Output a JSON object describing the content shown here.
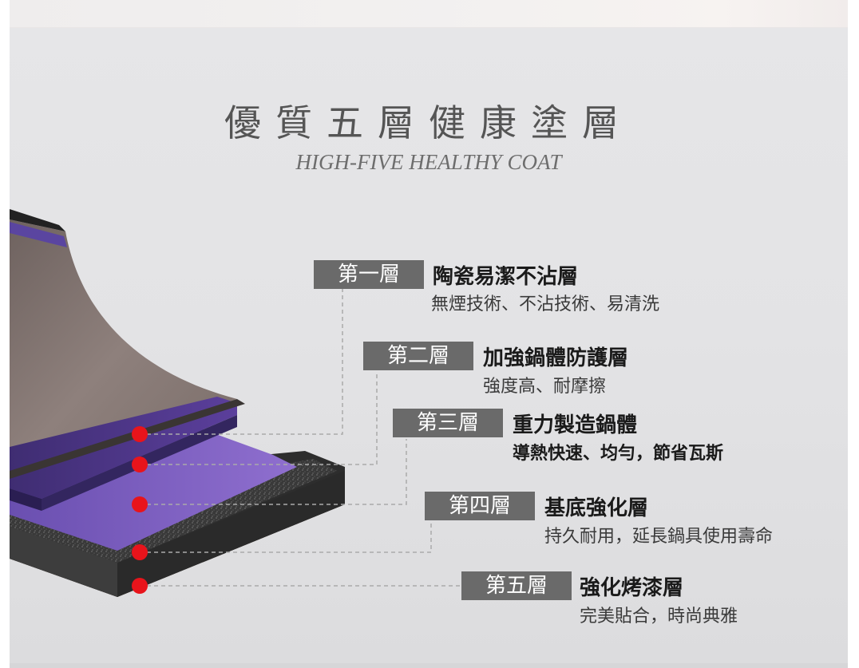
{
  "title": "優質五層健康塗層",
  "subtitle": "HIGH-FIVE HEALTHY COAT",
  "layers": [
    {
      "badge": "第一層",
      "name": "陶瓷易潔不沾層",
      "desc": "無煙技術、不沾技術、易清洗"
    },
    {
      "badge": "第二層",
      "name": "加強鍋體防護層",
      "desc": "強度高、耐摩擦"
    },
    {
      "badge": "第三層",
      "name": "重力製造鍋體",
      "desc": "導熱快速、均勻，節省瓦斯"
    },
    {
      "badge": "第四層",
      "name": "基底強化層",
      "desc": "持久耐用，延長鍋具使用壽命"
    },
    {
      "badge": "第五層",
      "name": "強化烤漆層",
      "desc": "完美貼合，時尚典雅"
    }
  ],
  "colors": {
    "badge_bg": "#6a6a6a",
    "marker": "#e8141b",
    "purple_layer": "#5b3f9c",
    "coating": "#8a7c78"
  }
}
